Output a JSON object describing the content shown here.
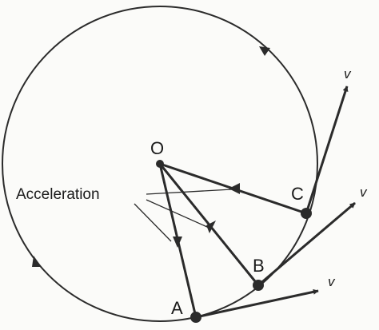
{
  "labels": {
    "center": "O",
    "point_a": "A",
    "point_b": "B",
    "point_c": "C",
    "acceleration": "Acceleration",
    "velocity_a": "v",
    "velocity_b": "v",
    "velocity_c": "v"
  },
  "colors": {
    "ink": "#2b2b2b",
    "paper": "#fbfbf9"
  }
}
